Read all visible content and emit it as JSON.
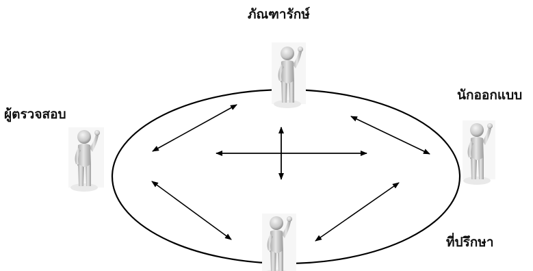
{
  "diagram": {
    "roles": {
      "top": "ภัณฑารักษ์",
      "left": "ผู้ตรวจสอบ",
      "right": "นักออกแบบ",
      "bottom": "ที่ปรึกษา"
    },
    "figure_icon": "person-waving-icon",
    "colors": {
      "figure_body": "#d4d4d4",
      "figure_shade": "#9a9a9a",
      "figure_shadow": "#e8e8e8",
      "line": "#000000"
    }
  }
}
